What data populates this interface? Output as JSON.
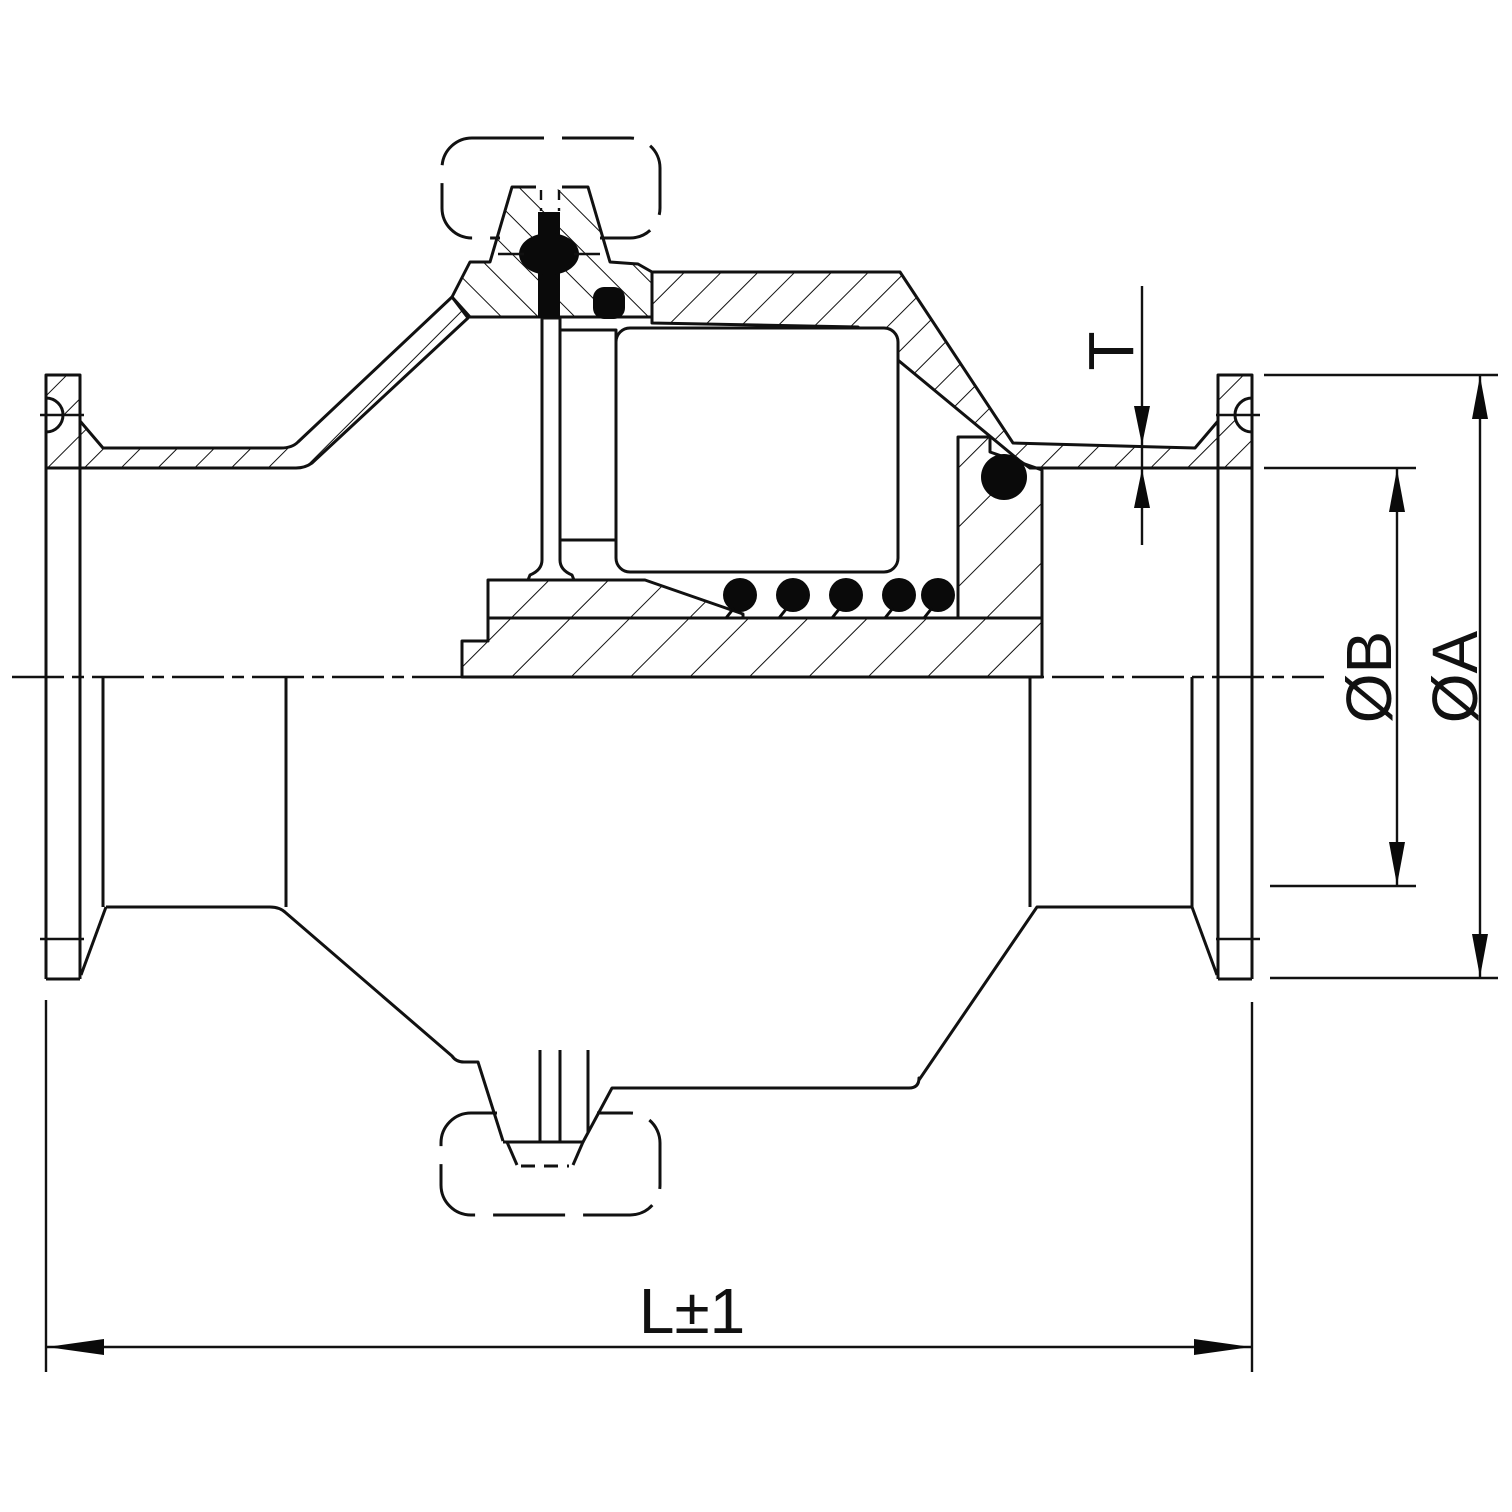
{
  "drawing": {
    "title": "check-valve-cross-section",
    "dimensions": {
      "wall_thickness": {
        "label": "T"
      },
      "bore_diameter": {
        "label": "ØB"
      },
      "flange_diameter": {
        "label": "ØA"
      },
      "overall_length": {
        "label": "L±1"
      }
    },
    "colors": {
      "line": "#111111",
      "fill_black": "#0a0a0a",
      "background": "#ffffff"
    }
  }
}
